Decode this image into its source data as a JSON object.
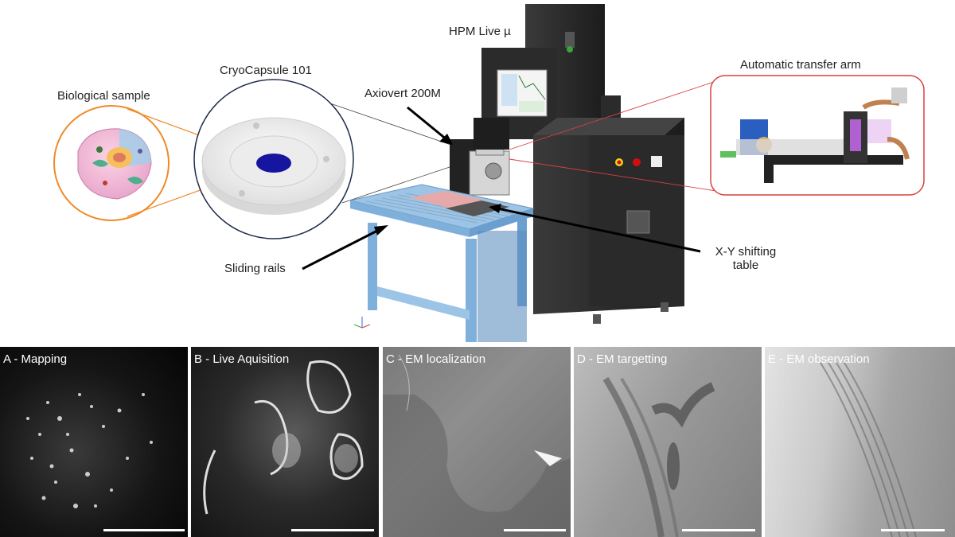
{
  "labels": {
    "biological_sample": "Biological sample",
    "cryocapsule": "CryoCapsule 101",
    "axiovert": "Axiovert 200M",
    "hpm": "HPM Live µ",
    "transfer_arm": "Automatic transfer arm",
    "sliding_rails": "Sliding rails",
    "xy_line1": "X-Y shifting",
    "xy_line2": "table"
  },
  "panels": [
    {
      "title": "A - Mapping"
    },
    {
      "title": "B - Live Aquisition"
    },
    {
      "title": "C - EM localization"
    },
    {
      "title": "D - EM targetting"
    },
    {
      "title": "E - EM observation"
    }
  ],
  "colors": {
    "orange": "#f08a2a",
    "navy": "#1f2b4a",
    "red": "#d94040",
    "table_blue": "#7fb0dc"
  }
}
